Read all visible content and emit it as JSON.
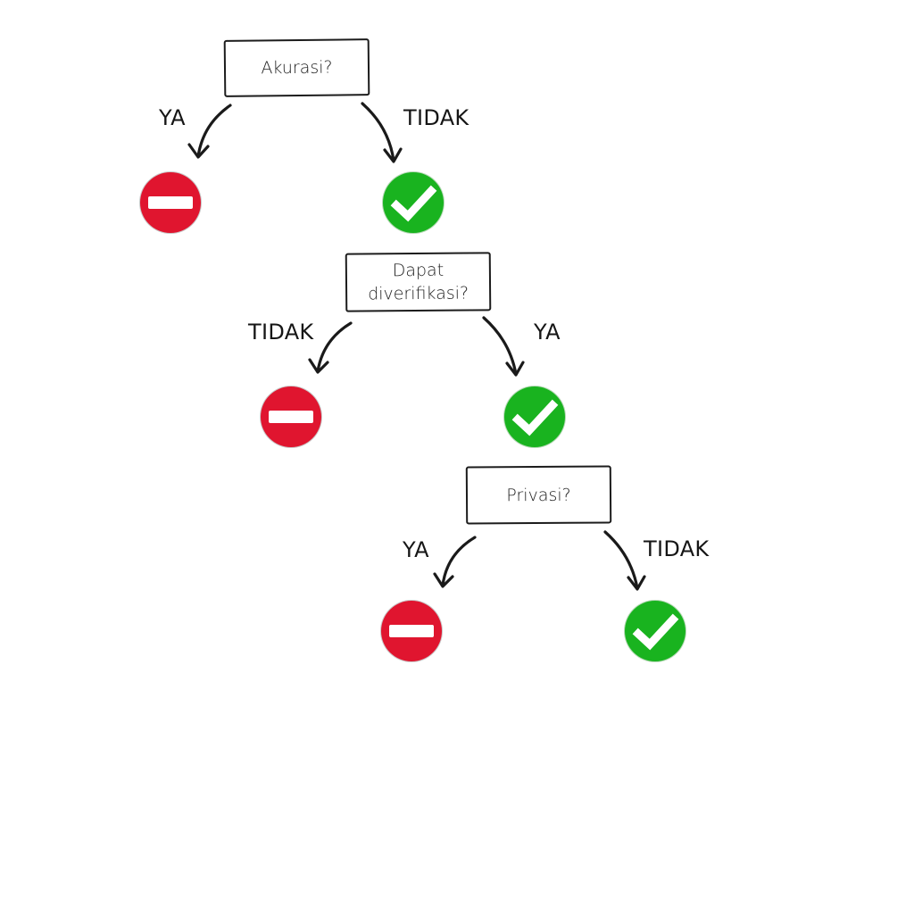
{
  "colors": {
    "reject": "#e0152f",
    "accept": "#19b31f",
    "outline": "#1a1a1a"
  },
  "questions": [
    {
      "text": "Akurasi?",
      "left_branch": {
        "label": "YA",
        "outcome": "reject-icon"
      },
      "right_branch": {
        "label": "TIDAK",
        "outcome": "accept-check-icon"
      }
    },
    {
      "text_lines": [
        "Dapat",
        "diverifikasi?"
      ],
      "left_branch": {
        "label": "TIDAK",
        "outcome": "reject-icon"
      },
      "right_branch": {
        "label": "YA",
        "outcome": "accept-check-icon"
      }
    },
    {
      "text": "Privasi?",
      "left_branch": {
        "label": "YA",
        "outcome": "reject-icon"
      },
      "right_branch": {
        "label": "TIDAK",
        "outcome": "accept-check-icon"
      }
    }
  ]
}
